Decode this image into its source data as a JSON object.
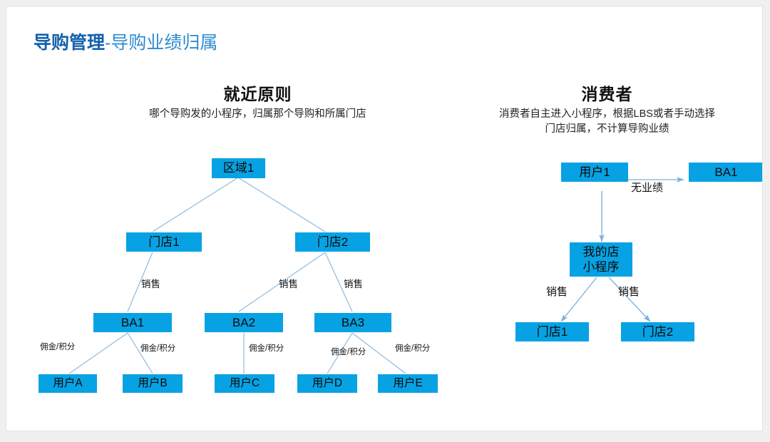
{
  "slide": {
    "title_main": "导购管理",
    "title_sub": "-导购业绩归属",
    "colors": {
      "title_main": "#1561AC",
      "title_sub": "#2E8BD0",
      "node_fill": "#07A2E3",
      "connector": "#8CB8DC",
      "background": "#FFFFFF"
    }
  },
  "panels": {
    "left": {
      "heading": "就近原则",
      "subheading": "哪个导购发的小程序，归属那个导购和所属门店",
      "nodes": {
        "region1": "区域1",
        "store1": "门店1",
        "store2": "门店2",
        "ba1": "BA1",
        "ba2": "BA2",
        "ba3": "BA3",
        "userA": "用户A",
        "userB": "用户B",
        "userC": "用户C",
        "userD": "用户D",
        "userE": "用户E"
      },
      "edge_labels": {
        "sales1": "销售",
        "sales2": "销售",
        "sales3": "销售",
        "commission1": "佣金/积分",
        "commission2": "佣金/积分",
        "commission3": "佣金/积分",
        "commission4": "佣金/积分",
        "commission5": "佣金/积分"
      }
    },
    "right": {
      "heading": "消费者",
      "subheading_line1": "消费者自主进入小程序，根据LBS或者手动选择",
      "subheading_line2": "门店归属，不计算导购业绩",
      "nodes": {
        "user1": "用户1",
        "ba1": "BA1",
        "myshop": "我的店\n小程序",
        "store1": "门店1",
        "store2": "门店2"
      },
      "edge_labels": {
        "no_performance": "无业绩",
        "sales1": "销售",
        "sales2": "销售"
      }
    }
  }
}
